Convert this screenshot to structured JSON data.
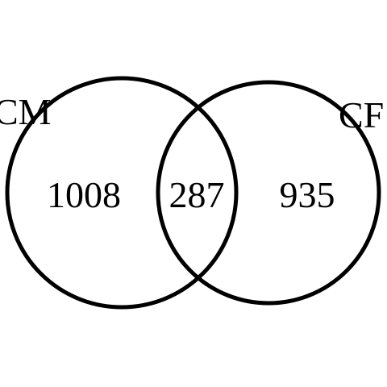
{
  "sets": [
    {
      "label": "CM",
      "only_count": "1008"
    },
    {
      "label": "CF",
      "only_count": "935"
    }
  ],
  "intersection_count": "287",
  "colors": {
    "stroke": "#000000",
    "text": "#000000",
    "background": "#ffffff"
  }
}
